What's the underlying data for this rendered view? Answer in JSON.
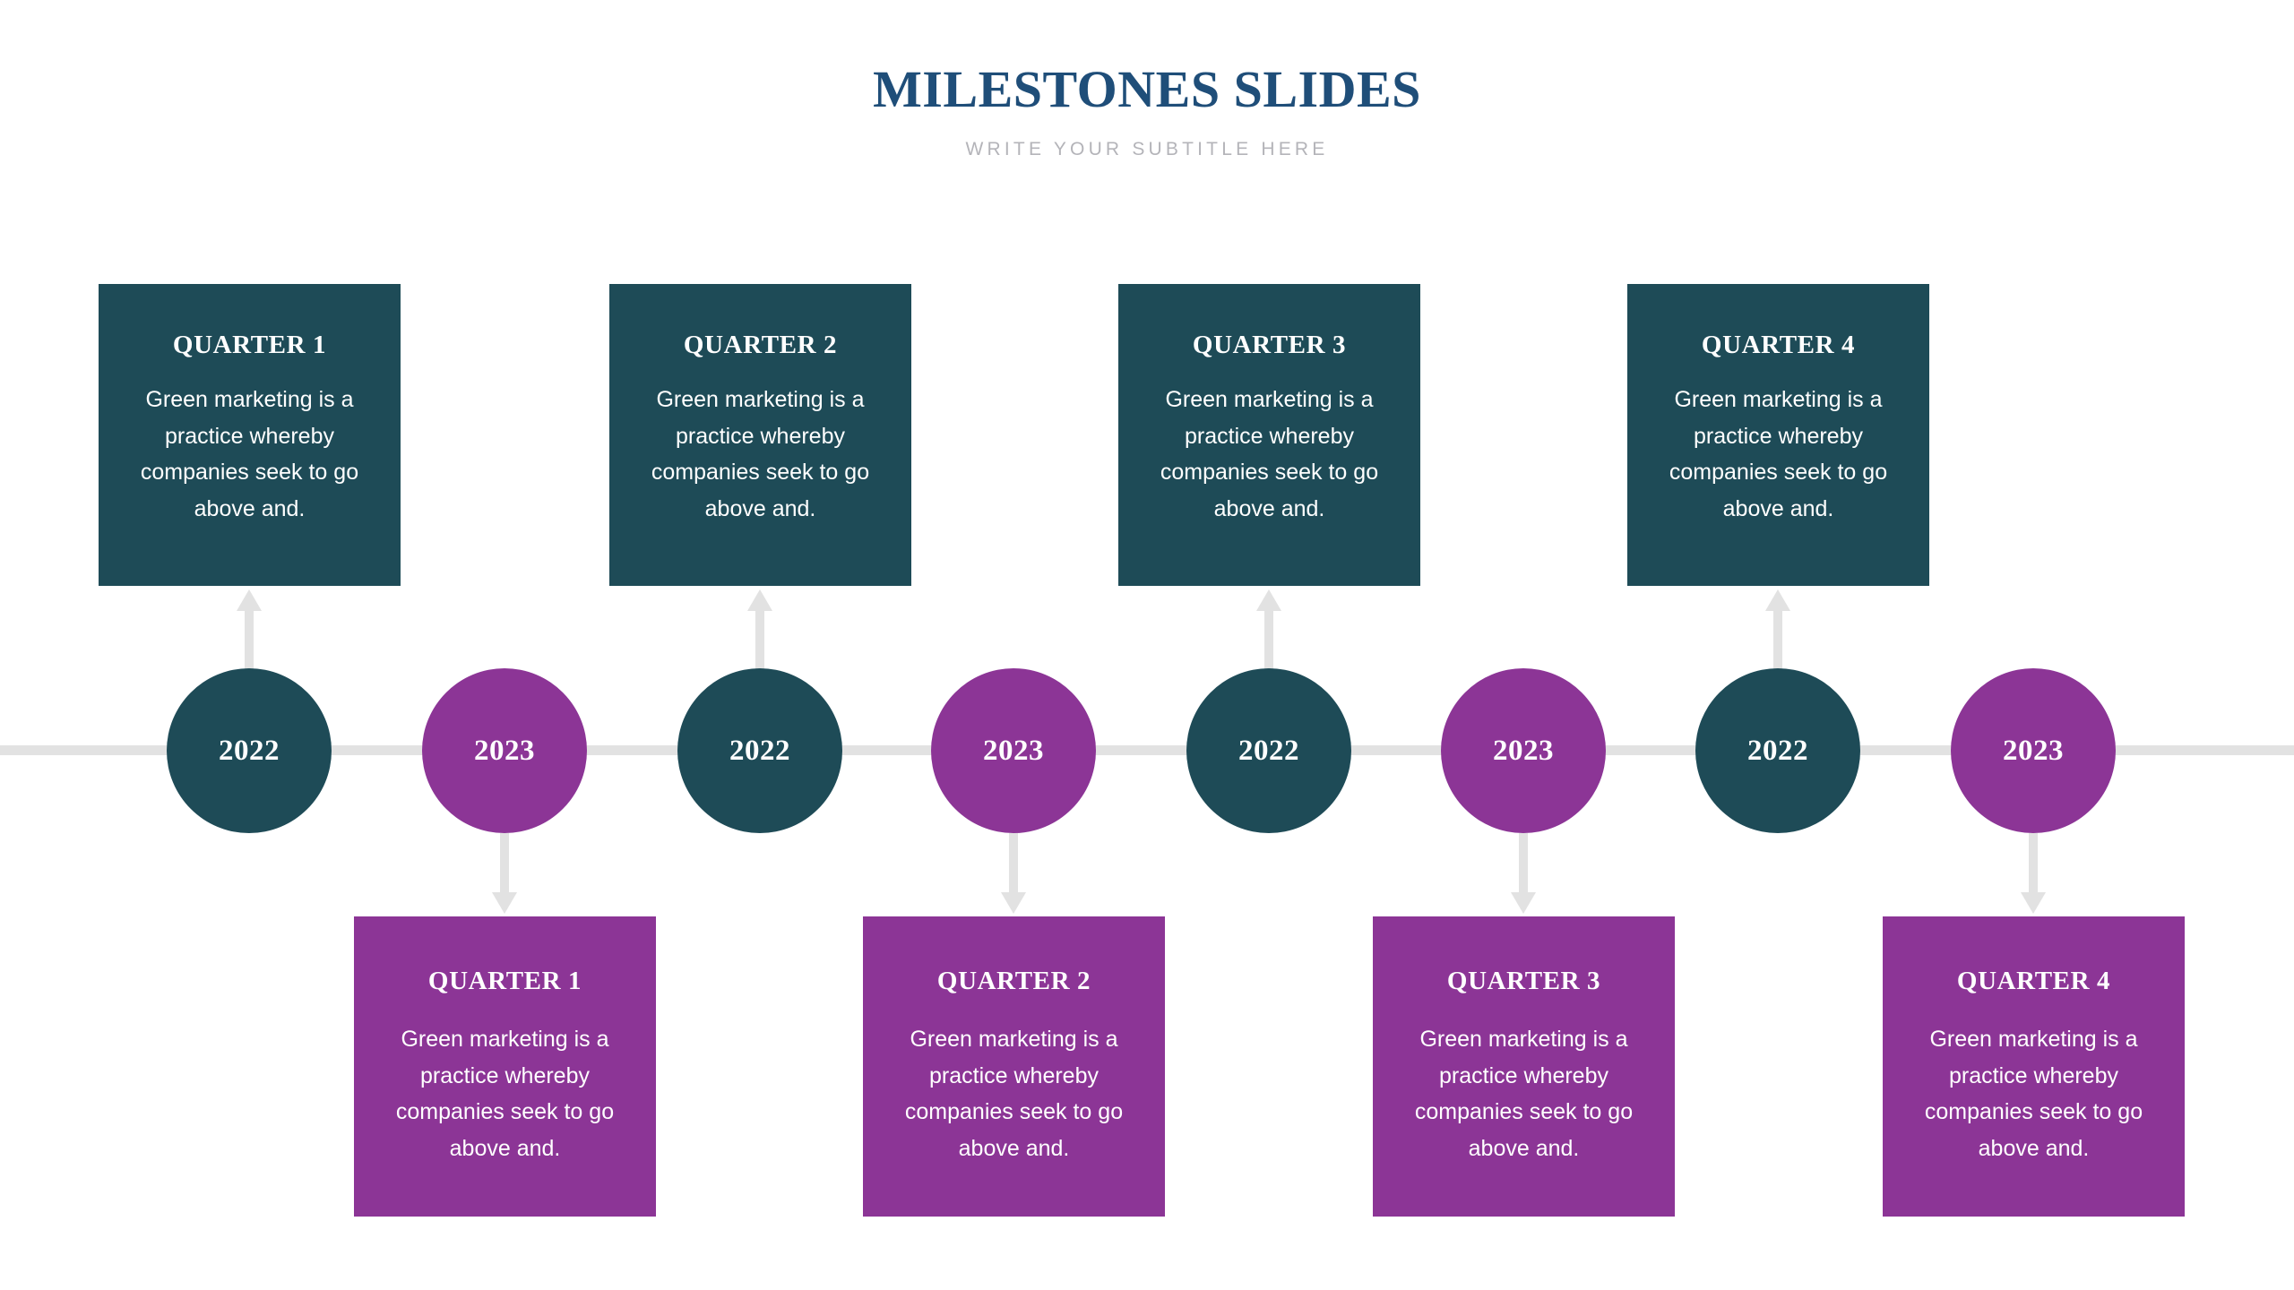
{
  "header": {
    "title": "MILESTONES SLIDES",
    "subtitle": "WRITE YOUR SUBTITLE HERE"
  },
  "colors": {
    "title": "#1F4E79",
    "subtitle": "#b4b4b9",
    "teal": "#1E4B57",
    "purple": "#8C3596",
    "axis": "#e2e2e2",
    "background": "#ffffff"
  },
  "timeline": {
    "markers": [
      {
        "year": "2022",
        "color": "teal"
      },
      {
        "year": "2023",
        "color": "purple"
      },
      {
        "year": "2022",
        "color": "teal"
      },
      {
        "year": "2023",
        "color": "purple"
      },
      {
        "year": "2022",
        "color": "teal"
      },
      {
        "year": "2023",
        "color": "purple"
      },
      {
        "year": "2022",
        "color": "teal"
      },
      {
        "year": "2023",
        "color": "purple"
      }
    ]
  },
  "cards_top": [
    {
      "title": "QUARTER 1",
      "body": "Green marketing is a practice whereby companies seek to go above and."
    },
    {
      "title": "QUARTER 2",
      "body": "Green marketing is a practice whereby companies seek to go above and."
    },
    {
      "title": "QUARTER 3",
      "body": "Green marketing is a practice whereby companies seek to go above and."
    },
    {
      "title": "QUARTER 4",
      "body": "Green marketing is a practice whereby companies seek to go above and."
    }
  ],
  "cards_bottom": [
    {
      "title": "QUARTER 1",
      "body": "Green marketing is a practice whereby companies seek to go above and."
    },
    {
      "title": "QUARTER 2",
      "body": "Green marketing is a practice whereby companies seek to go above and."
    },
    {
      "title": "QUARTER 3",
      "body": "Green marketing is a practice whereby companies seek to go above and."
    },
    {
      "title": "QUARTER 4",
      "body": "Green marketing is a practice whereby companies seek to go above and."
    }
  ]
}
